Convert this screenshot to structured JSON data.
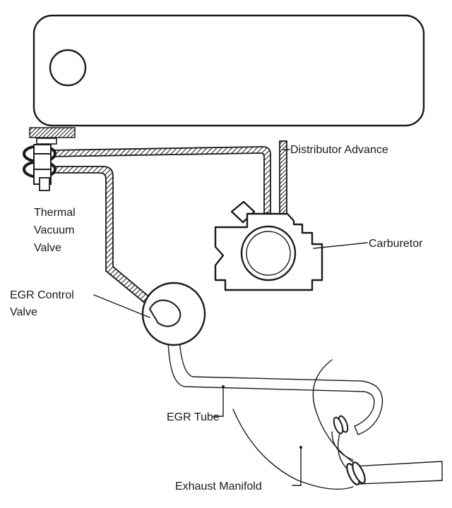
{
  "labels": {
    "distributor_advance": "Distributor Advance",
    "thermal_vacuum_valve": [
      "Thermal",
      "Vacuum",
      "Valve"
    ],
    "carburetor": "Carburetor",
    "egr_control_valve": [
      "EGR Control",
      "Valve"
    ],
    "egr_tube": "EGR Tube",
    "exhaust_manifold": "Exhaust Manifold"
  },
  "colors": {
    "ink": "#1a1a1a",
    "background": "#ffffff"
  }
}
